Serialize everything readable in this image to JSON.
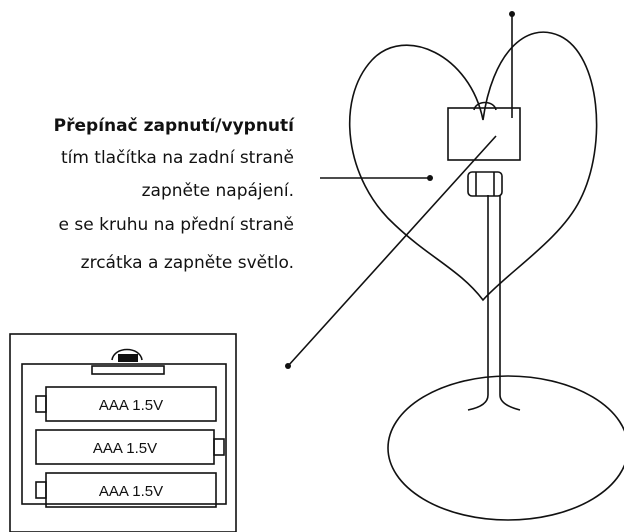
{
  "annotation": {
    "title": "Přepínač zapnutí/vypnutí",
    "lines": [
      "tím tlačítka na zadní straně",
      "zapněte napájení.",
      "e se kruhu na přední straně",
      "zrcátka a zapněte světlo."
    ]
  },
  "battery_compartment": {
    "batteries": [
      {
        "label": "AAA 1.5V"
      },
      {
        "label": "AAA 1.5V"
      },
      {
        "label": "AAA 1.5V"
      }
    ]
  },
  "colors": {
    "stroke": "#111111",
    "background": "#ffffff"
  }
}
